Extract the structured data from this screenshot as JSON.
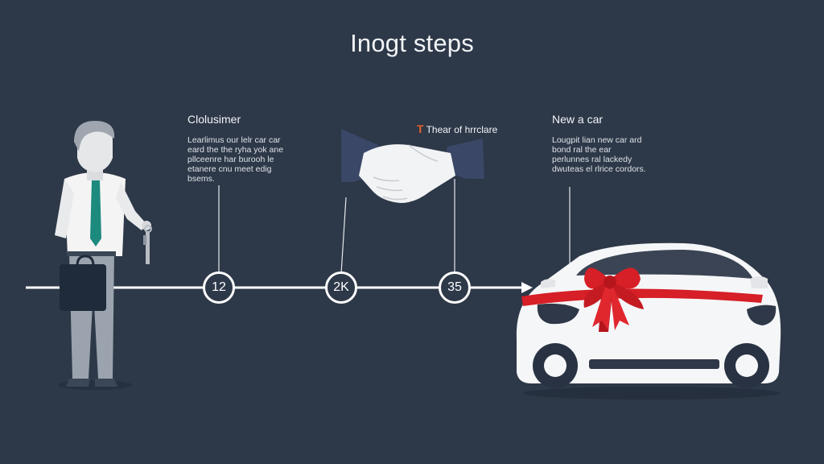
{
  "title": "Inogt steps",
  "stages": [
    {
      "heading": "Clolusimer",
      "description": "Learlimus our lelr car car eard the the ryha yok ane pllceenre har burooh le etanere cnu meet edig bsems."
    },
    {
      "accent": "T",
      "heading": "Thear of hrrclare"
    },
    {
      "heading": "New a car",
      "description": "Lougpit lian new car ard bond ral the ear perlunnes ral lackedy dwuteas el rlrice cordors."
    }
  ],
  "steps": [
    "12",
    "2K",
    "35"
  ],
  "colors": {
    "background": "#2d3848",
    "accent": "#e8622c",
    "tie": "#1d8a7e",
    "ribbon": "#d61f26",
    "line": "#ffffff"
  },
  "icons": [
    "person-with-keys-icon",
    "handshake-icon",
    "gift-car-icon",
    "arrow-right-icon"
  ]
}
